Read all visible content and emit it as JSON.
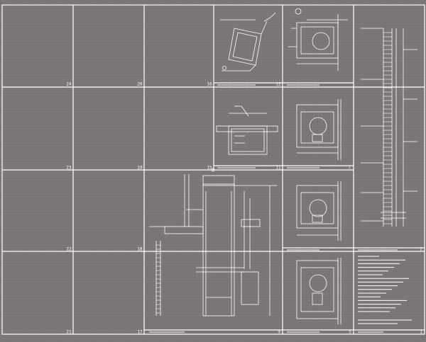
{
  "sheet": {
    "cells": [
      {
        "id": "c24",
        "num": "24"
      },
      {
        "id": "c20",
        "num": "20"
      },
      {
        "id": "c16",
        "num": "16"
      },
      {
        "id": "c12",
        "num": "12"
      },
      {
        "id": "c23",
        "num": "23"
      },
      {
        "id": "c19",
        "num": "19"
      },
      {
        "id": "c15",
        "num": "15"
      },
      {
        "id": "c11",
        "num": "11"
      },
      {
        "id": "c7",
        "num": "7"
      },
      {
        "id": "c22",
        "num": "22"
      },
      {
        "id": "c18",
        "num": "18"
      },
      {
        "id": "c21",
        "num": "21"
      },
      {
        "id": "c17",
        "num": "17"
      },
      {
        "id": "c9",
        "num": "9"
      },
      {
        "id": "c5",
        "num": "5"
      },
      {
        "id": "c2",
        "num": "2"
      },
      {
        "id": "c1",
        "num": "1"
      }
    ]
  }
}
